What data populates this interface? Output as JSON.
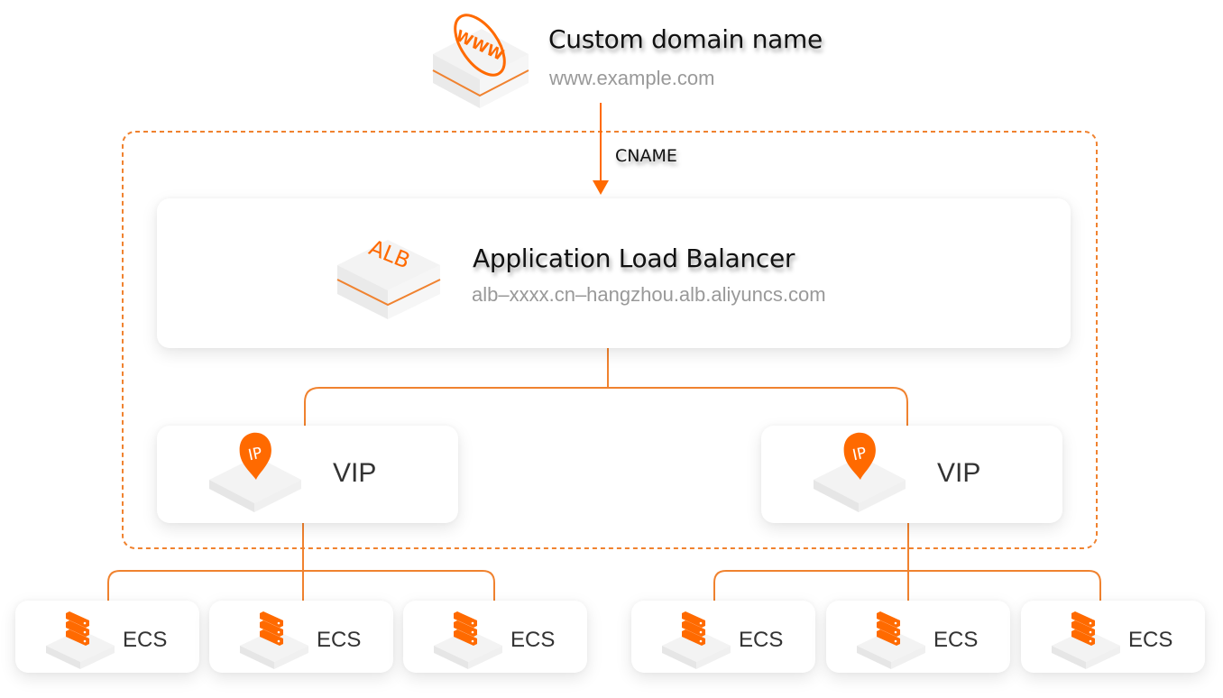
{
  "colors": {
    "accent": "#FF6A00",
    "line": "#F0822F",
    "title_text": "#111111",
    "sub_text": "#999999",
    "label_text": "#333333"
  },
  "domain_node": {
    "icon": "www-globe-icon",
    "icon_text": "WWW",
    "title": "Custom domain name",
    "subtitle": "www.example.com"
  },
  "edge_label": "CNAME",
  "alb_node": {
    "icon": "alb-cube-icon",
    "icon_text": "ALB",
    "title": "Application Load Balancer",
    "subtitle": "alb–xxxx.cn–hangzhou.alb.aliyuncs.com"
  },
  "vip_nodes": [
    {
      "label": "VIP",
      "icon": "ip-pin-icon",
      "icon_text": "IP"
    },
    {
      "label": "VIP",
      "icon": "ip-pin-icon",
      "icon_text": "IP"
    }
  ],
  "ecs_nodes": [
    {
      "label": "ECS",
      "icon": "server-stack-icon"
    },
    {
      "label": "ECS",
      "icon": "server-stack-icon"
    },
    {
      "label": "ECS",
      "icon": "server-stack-icon"
    },
    {
      "label": "ECS",
      "icon": "server-stack-icon"
    },
    {
      "label": "ECS",
      "icon": "server-stack-icon"
    },
    {
      "label": "ECS",
      "icon": "server-stack-icon"
    }
  ]
}
